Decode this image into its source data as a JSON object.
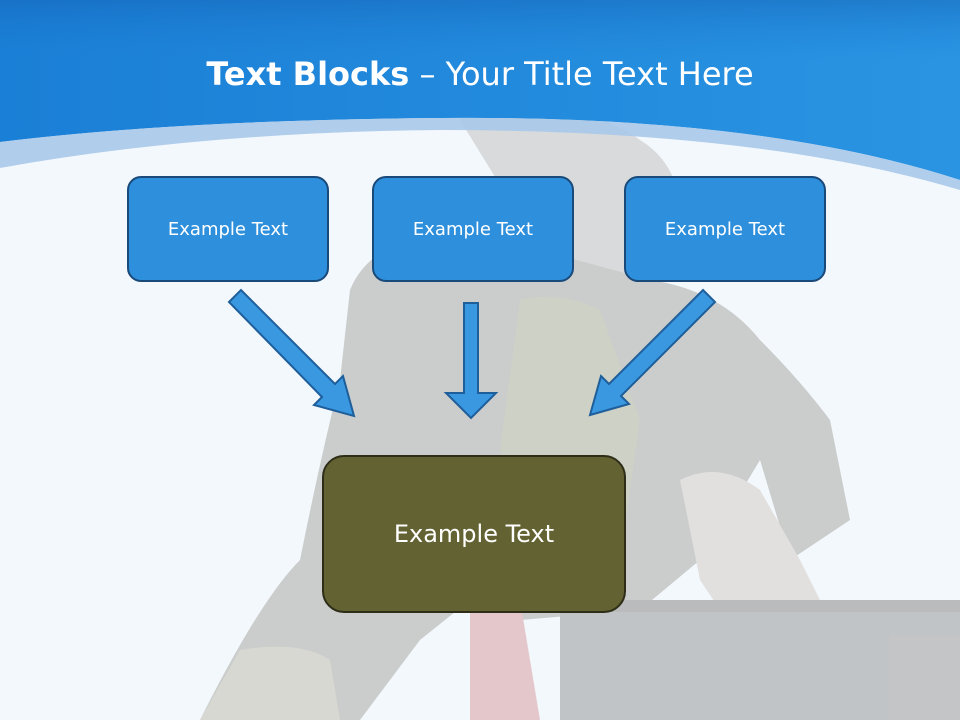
{
  "slide": {
    "title_bold": "Text Blocks",
    "title_separator": " – ",
    "title_rest": "Your Title Text Here"
  },
  "blocks": {
    "left": "Example Text",
    "center": "Example Text",
    "right": "Example Text",
    "bottom": "Example Text"
  },
  "colors": {
    "header_blue": "#1a78d0",
    "box_blue": "#2e8fdc",
    "box_olive": "#636232",
    "arrow_blue": "#3a98e0"
  }
}
